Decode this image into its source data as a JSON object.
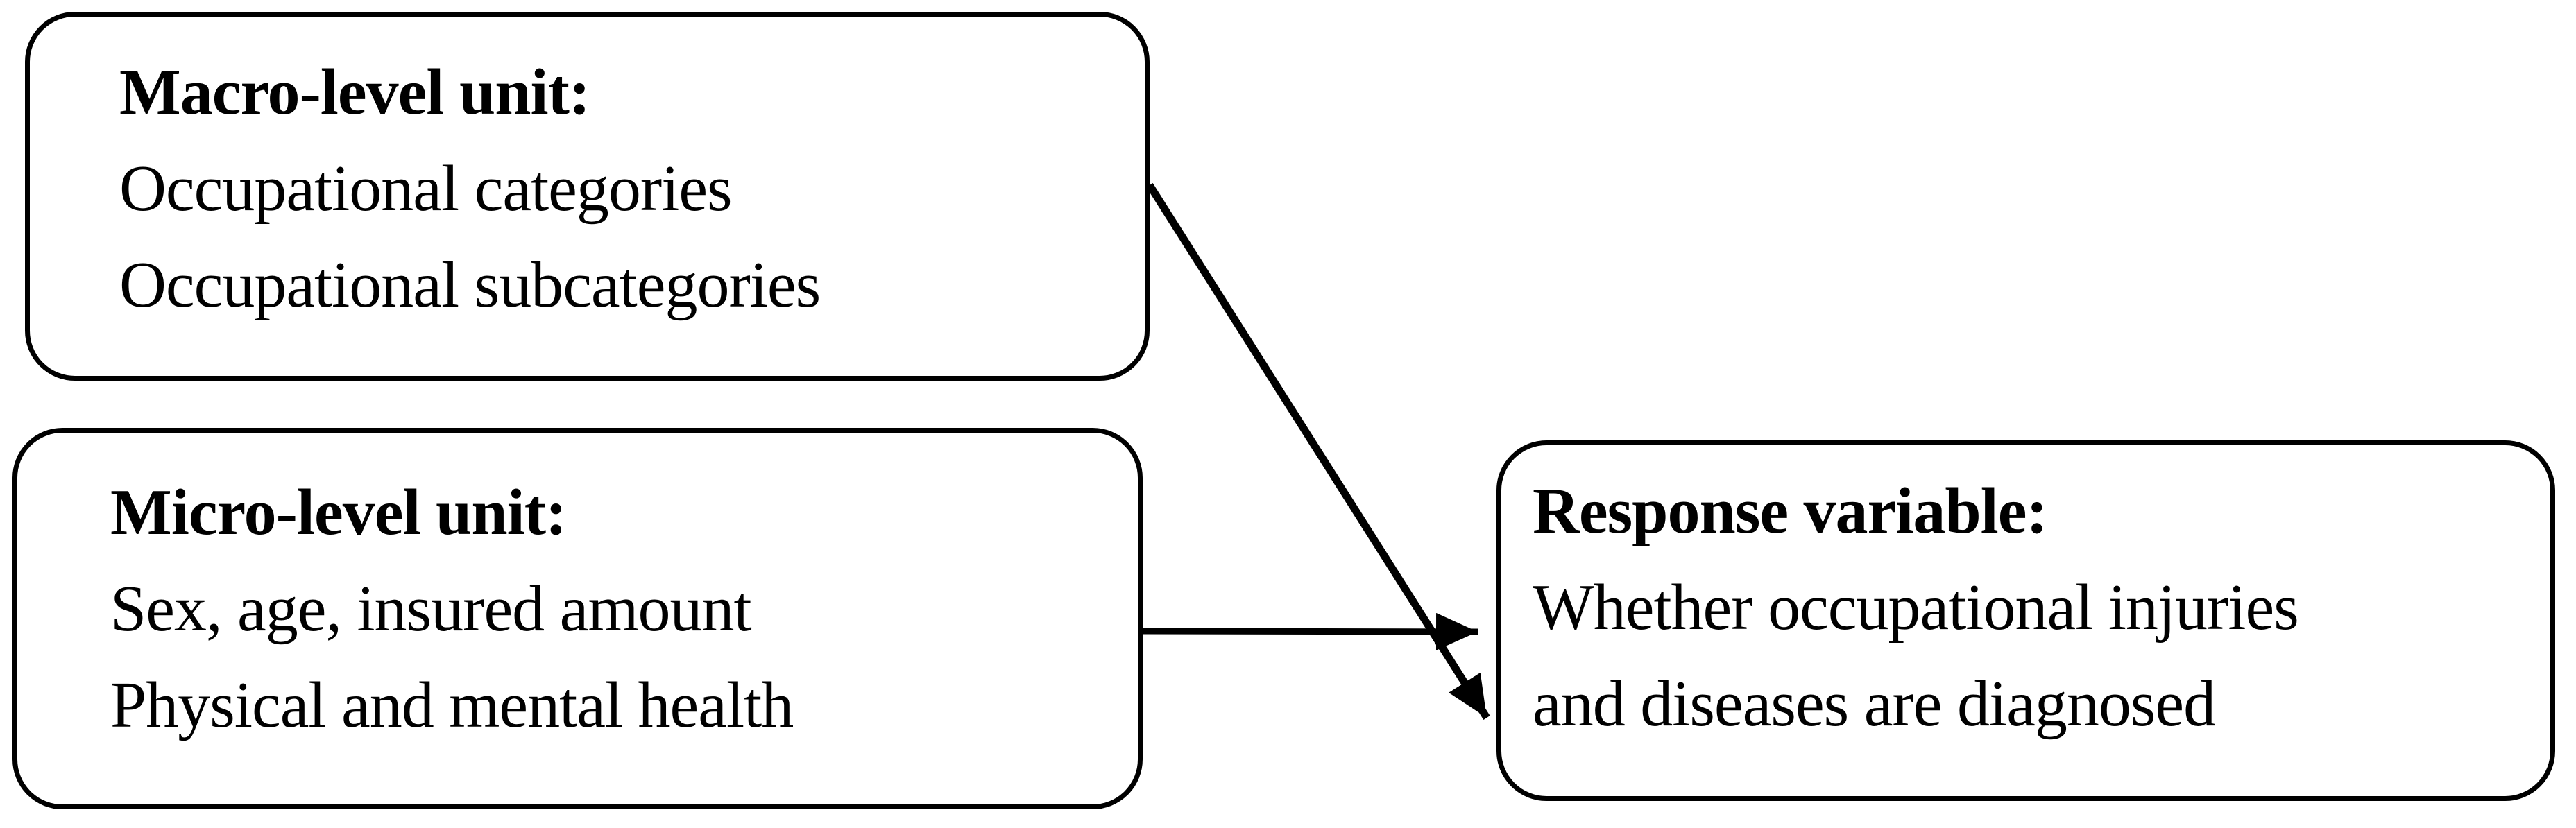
{
  "figure": {
    "background_color": "#ffffff",
    "line_color": "#000000",
    "text_color": "#000000",
    "boxes": {
      "macro": {
        "title": "Macro-level unit:",
        "lines": [
          "Occupational categories",
          "Occupational subcategories"
        ]
      },
      "micro": {
        "title": "Micro-level unit:",
        "lines": [
          "Sex, age, insured amount",
          "Physical and mental health"
        ]
      },
      "response": {
        "title": "Response variable:",
        "lines": [
          "Whether occupational injuries",
          "and diseases are diagnosed"
        ]
      }
    },
    "arrows": [
      {
        "name": "macro-to-response",
        "from": "Macro-level unit",
        "to": "Response variable"
      },
      {
        "name": "micro-to-response",
        "from": "Micro-level unit",
        "to": "Response variable"
      }
    ]
  }
}
